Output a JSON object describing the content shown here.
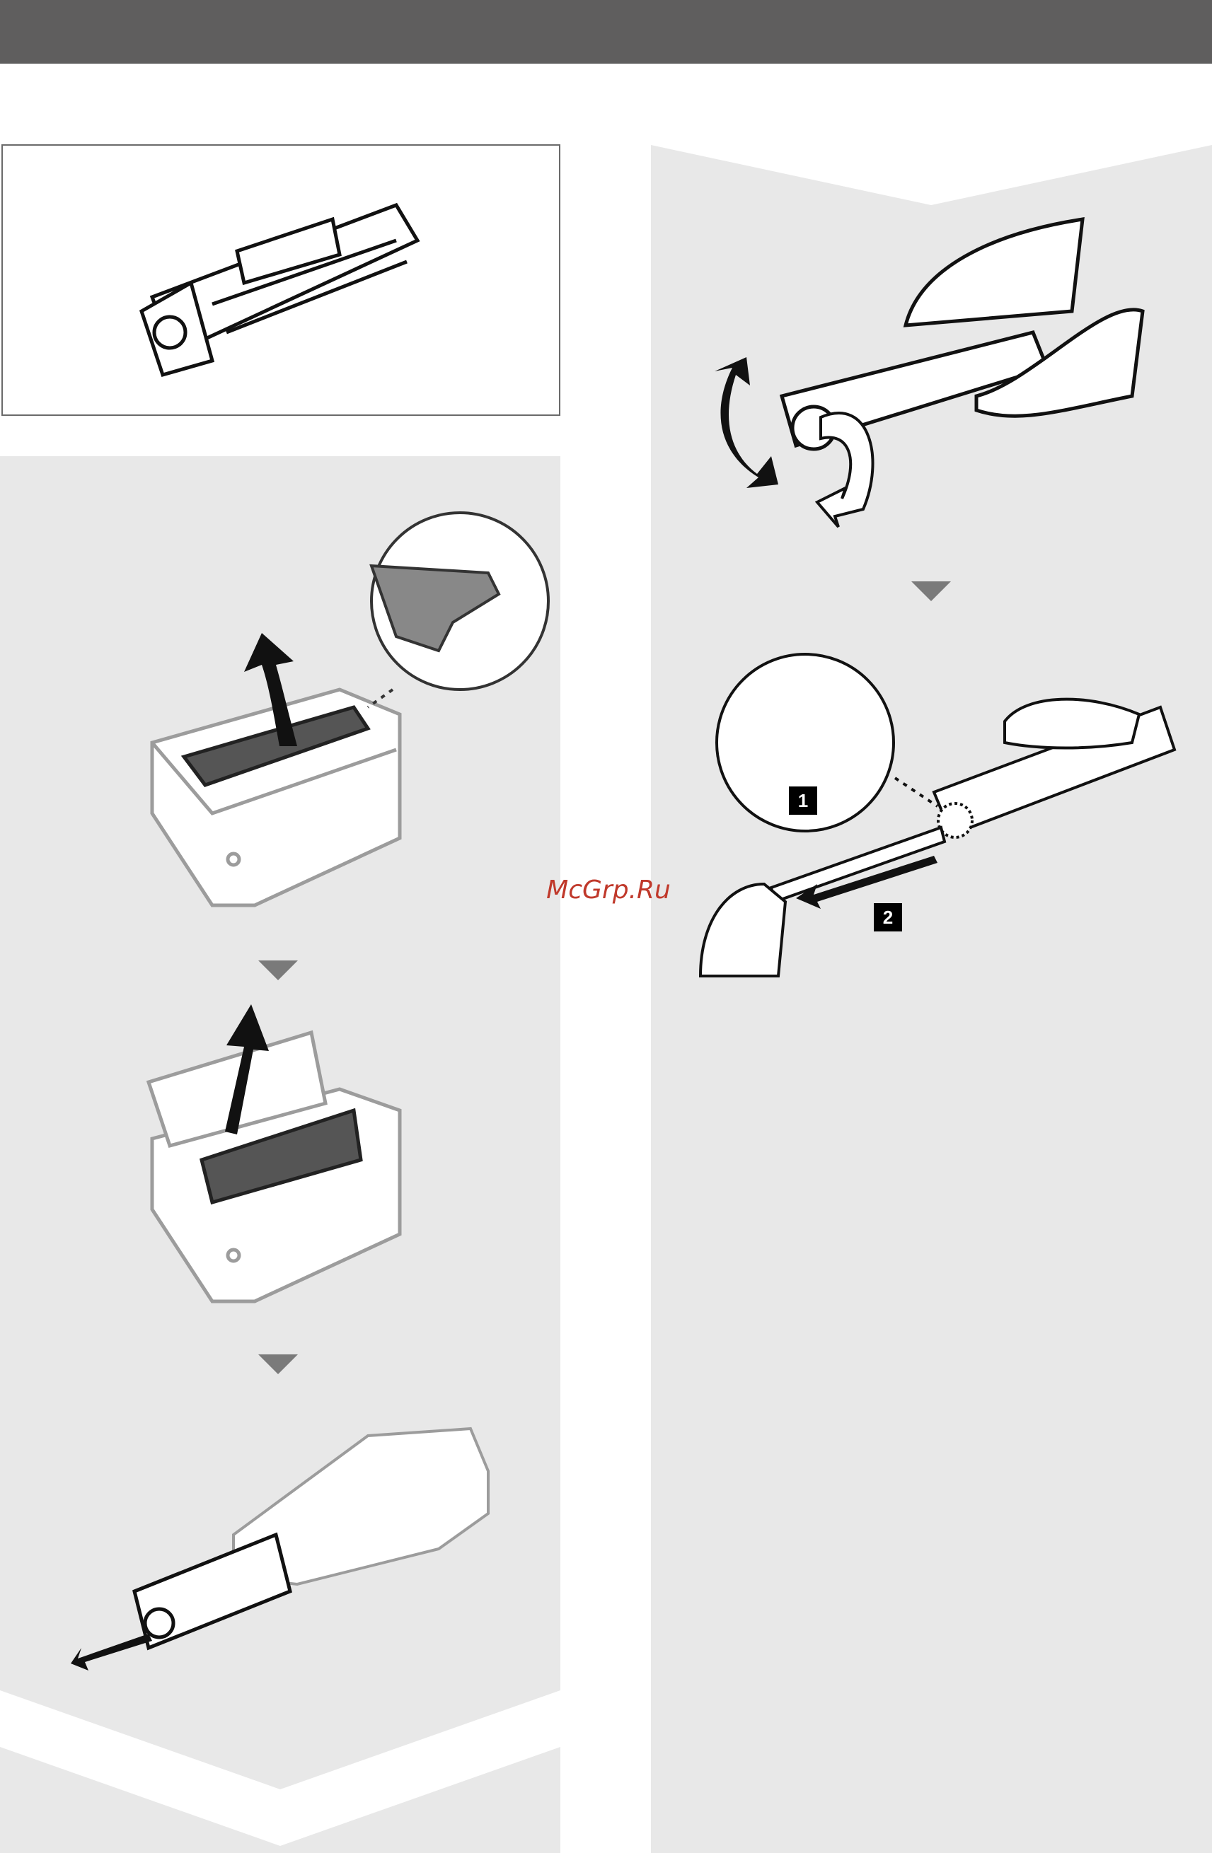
{
  "header": {
    "title": ""
  },
  "watermark": {
    "text": "McGrp.Ru"
  },
  "steps": {
    "label_1": "1",
    "label_2": "2"
  },
  "colors": {
    "header_bar": "#5f5e5e",
    "panel_bg": "#e8e8e8",
    "arrow_gray": "#7a7a7a",
    "watermark": "#c0392b"
  },
  "illustrations": [
    "toner-cartridge-icon",
    "printer-open-cover-icon",
    "remove-cartridge-icon",
    "unpack-cartridge-icon",
    "shake-cartridge-icon",
    "pull-seal-tape-icon",
    "insert-cartridge-icon",
    "close-cover-icon"
  ]
}
